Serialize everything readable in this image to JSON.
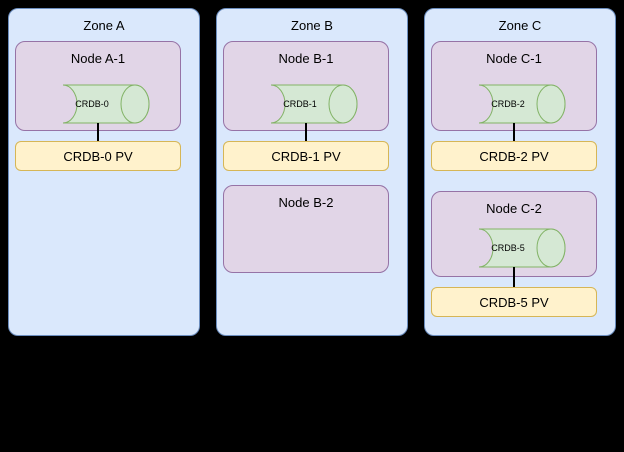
{
  "diagram": {
    "zones": [
      {
        "label": "Zone A",
        "nodes": [
          {
            "label": "Node A-1",
            "db": "CRDB-0",
            "pv": "CRDB-0 PV"
          }
        ]
      },
      {
        "label": "Zone B",
        "nodes": [
          {
            "label": "Node B-1",
            "db": "CRDB-1",
            "pv": "CRDB-1 PV"
          },
          {
            "label": "Node B-2"
          }
        ]
      },
      {
        "label": "Zone C",
        "nodes": [
          {
            "label": "Node C-1",
            "db": "CRDB-2",
            "pv": "CRDB-2 PV"
          },
          {
            "label": "Node C-2",
            "db": "CRDB-5",
            "pv": "CRDB-5 PV"
          }
        ]
      }
    ],
    "colors": {
      "background": "#000000",
      "zone_fill": "#dae8fc",
      "zone_stroke": "#6c8ebf",
      "node_fill": "#e1d5e7",
      "node_stroke": "#9673a6",
      "db_fill": "#d5e8d4",
      "db_stroke": "#82b366",
      "pv_fill": "#fff2cc",
      "pv_stroke": "#d6b656"
    }
  }
}
